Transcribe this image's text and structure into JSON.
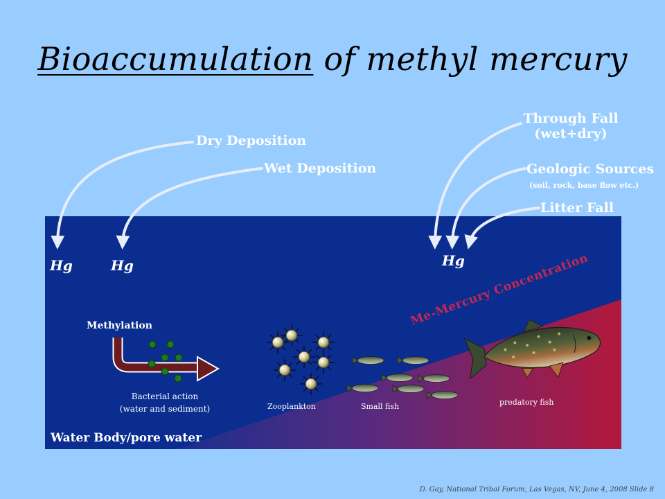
{
  "title": {
    "underlined": "Bioaccumulation",
    "rest": "of methyl mercury"
  },
  "sources": {
    "dry_deposition": "Dry Deposition",
    "wet_deposition": "Wet Deposition",
    "through_fall_line1": "Through Fall",
    "through_fall_line2": "(wet+dry)",
    "geologic_sources": "Geologic Sources",
    "geologic_sub": "(soil, rock, base flow etc.)",
    "litter_fall": "Litter Fall"
  },
  "hg_labels": [
    "Hg",
    "Hg",
    "Hg"
  ],
  "water_body": {
    "label": "Water Body/pore water",
    "gradient_label": "Me-Mercury Concentration",
    "methylation": "Methylation",
    "bacterial_line1": "Bacterial action",
    "bacterial_line2": "(water and sediment)",
    "zooplankton": "Zooplankton",
    "small_fish": "Small fish",
    "predatory_fish": "predatory fish"
  },
  "colors": {
    "background": "#99ccff",
    "water": "#0a2d8f",
    "gradient_red": "#b0173b",
    "arrow": "#e8eef8"
  },
  "footer": "D. Gay, National Tribal Forum, Las Vegas, NV, June 4, 2008 Slide 8"
}
